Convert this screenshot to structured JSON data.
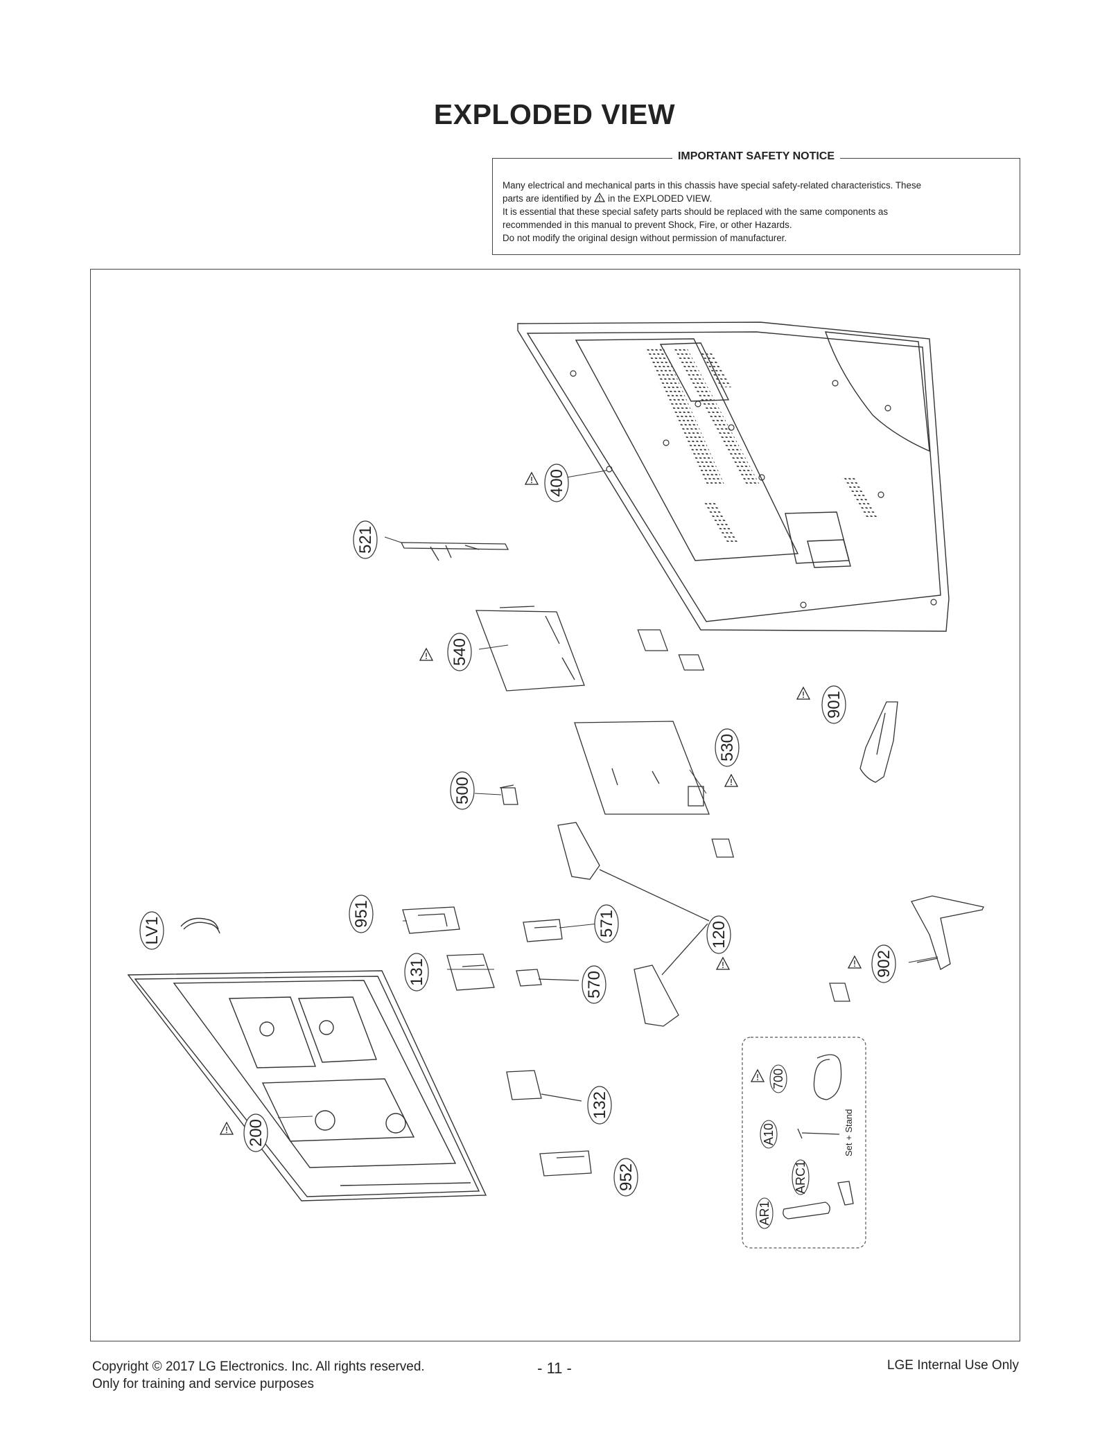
{
  "page": {
    "title": "EXPLODED VIEW",
    "page_number": "- 11 -",
    "copyright_line1": "Copyright  © 2017  LG Electronics. Inc. All rights reserved.",
    "copyright_line2": "Only for training and service purposes",
    "internal": "LGE Internal Use Only"
  },
  "notice": {
    "title": "IMPORTANT SAFETY NOTICE",
    "line1": "Many electrical and mechanical parts in this chassis have special safety-related characteristics. These",
    "line2_pre": "parts are identified by",
    "line2_post": "in the EXPLODED VIEW.",
    "line3": "It is essential that these special safety parts should be replaced with the same components as",
    "line4": "recommended in this manual to prevent Shock, Fire, or other Hazards.",
    "line5": "Do not modify the original design without permission of manufacturer."
  },
  "parts": {
    "p400": "400",
    "p521": "521",
    "p540": "540",
    "p530": "530",
    "p901": "901",
    "p500": "500",
    "p951": "951",
    "pLV1": "LV1",
    "p571": "571",
    "p120": "120",
    "p131": "131",
    "p570": "570",
    "p902": "902",
    "p700": "700",
    "pA10": "A10",
    "pARC1": "ARC1",
    "pAR1": "AR1",
    "p132": "132",
    "p200": "200",
    "p952": "952",
    "set_stand": "Set + Stand"
  },
  "icons": {
    "warning": "warning-triangle-icon"
  }
}
